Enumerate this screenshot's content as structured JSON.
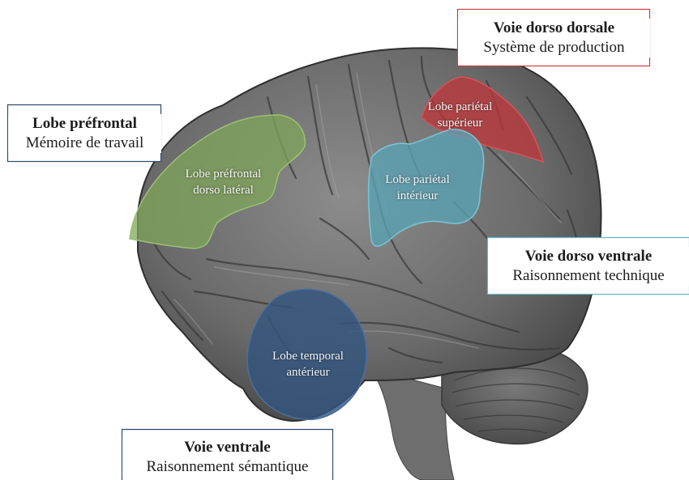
{
  "callouts": {
    "prefrontal": {
      "title": "Lobe préfrontal",
      "subtitle": "Mémoire de travail",
      "border": "#2b4a6f"
    },
    "dorso_dorsale": {
      "title": "Voie dorso dorsale",
      "subtitle": "Système de production",
      "border": "#d23c3c"
    },
    "dorso_ventrale": {
      "title": "Voie dorso ventrale",
      "subtitle": "Raisonnement technique",
      "border": "#62b3c8"
    },
    "ventrale": {
      "title": "Voie ventrale",
      "subtitle": "Raisonnement sémantique",
      "border": "#2b4a6f"
    }
  },
  "regions": {
    "prefrontal_dl": {
      "line1": "Lobe préfrontal",
      "line2": "dorso latéral",
      "color": "#7fa65a"
    },
    "parietal_sup": {
      "line1": "Lobe pariétal",
      "line2": "supérieur",
      "color": "#c0353a"
    },
    "parietal_inf": {
      "line1": "Lobe pariétal",
      "line2": "intérieur",
      "color": "#5aa3b4"
    },
    "temporal_ant": {
      "line1": "Lobe temporal",
      "line2": "antérieur",
      "color": "#32557f"
    }
  }
}
